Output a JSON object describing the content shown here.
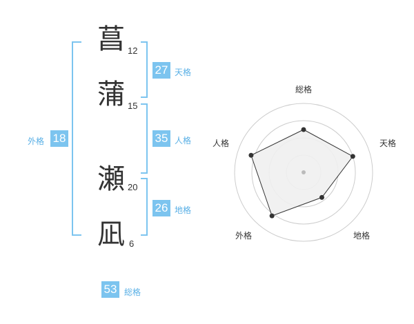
{
  "name": {
    "chars": [
      {
        "char": "菖",
        "strokes": "12"
      },
      {
        "char": "蒲",
        "strokes": "15"
      },
      {
        "char": "瀬",
        "strokes": "20"
      },
      {
        "char": "凪",
        "strokes": "6"
      }
    ]
  },
  "fortunes": {
    "tenkaku": {
      "value": "27",
      "label": "天格"
    },
    "jinkaku": {
      "value": "35",
      "label": "人格"
    },
    "chikaku": {
      "value": "26",
      "label": "地格"
    },
    "gaikaku": {
      "value": "18",
      "label": "外格"
    },
    "soukaku": {
      "value": "53",
      "label": "総格"
    }
  },
  "colors": {
    "accent": "#7cc4ef",
    "accent_text": "#5ab0e6",
    "radar_fill": "#f0f0f0",
    "radar_line": "#333333",
    "grid": "#cccccc"
  },
  "chart_data": {
    "type": "radar",
    "axes": [
      "総格",
      "天格",
      "地格",
      "外格",
      "人格"
    ],
    "values": [
      0.62,
      0.75,
      0.45,
      0.78,
      0.8
    ],
    "rmax": 1,
    "rings": 4,
    "grid": true
  }
}
